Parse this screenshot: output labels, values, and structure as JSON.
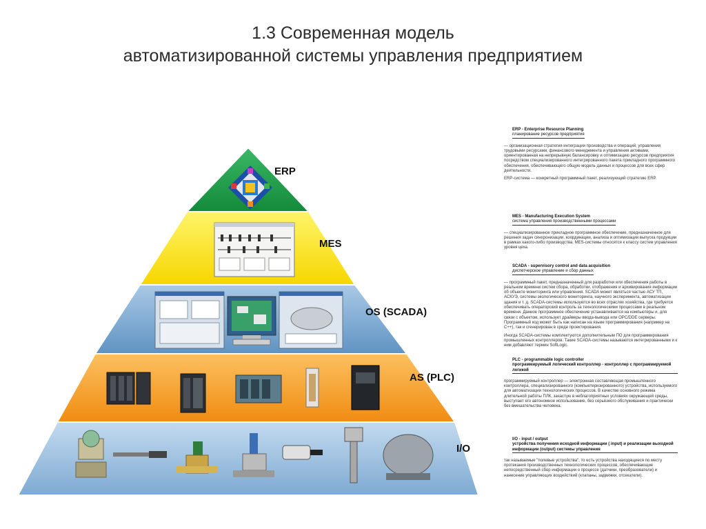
{
  "title": {
    "line1": "1.3  Современная модель",
    "line2": "автоматизированной системы управления предприятием"
  },
  "levels": [
    {
      "label": "ERP",
      "color": "#1e9f47"
    },
    {
      "label": "MES",
      "color": "#ffe31a"
    },
    {
      "label": "OS (SCADA)",
      "color": "#6fa2cc"
    },
    {
      "label": "AS (PLC)",
      "color": "#f7a12b"
    },
    {
      "label": "I/O",
      "color": "#8fb7da"
    }
  ],
  "descriptions": {
    "erp": {
      "heading": "ERP - Enterprise Resource Planning",
      "subheading": "планирование ресурсов предприятия",
      "body1": "— организационная стратегия интеграции производства и операций, управления трудовыми ресурсами, финансового менеджмента и управления активами, ориентированная на непрерывную балансировку и оптимизацию ресурсов предприятия посредством специализированного интегрированного пакета прикладного программного обеспечения, обеспечивающего общую модель данных и процессов для всех сфер деятельности.",
      "body2": "ERP-система — конкретный программный пакет, реализующий стратегию ERP."
    },
    "mes": {
      "heading": "MES - Manufacturing Execution System",
      "subheading": "система управления производственными процессами",
      "body1": "— специализированное прикладное программное обеспечение, предназначенное для решения задач синхронизации, координации, анализа и оптимизации выпуска продукции в рамках какого-либо производства. MES-системы относятся к классу систем управления уровня цеха."
    },
    "scada": {
      "heading": "SCADA - supervisory control and data acquisition",
      "subheading": "диспетчерское управление и сбор данных",
      "body1": "— программный пакет, предназначенный для разработки или обеспечения работы в реальном времени систем сбора, обработки, отображения и архивирования информации об объекте мониторинга или управления. SCADA может являться частью АСУ ТП, АСКУЭ, системы экологического мониторинга, научного эксперимента, автоматизации здания и т. д. SCADA-системы используются во всех отраслях хозяйства, где требуется обеспечивать операторский контроль за технологическими процессами в реальном времени. Данное программное обеспечение устанавливается на компьютеры и, для связи с объектом, использует драйверы ввода-вывода или OPC/DDE серверы. Программный код может быть как написан на языке программирования (например на C++), так и сгенерирован в среде проектирования.",
      "body2": "Иногда SCADA-системы комплектуются дополнительным ПО для программирования промышленных контроллеров. Такие SCADA-системы называются интегрированными и к ним добавляют термин SoftLogic."
    },
    "plc": {
      "heading": "PLC - programmable logic controller",
      "subheading": "программируемый логический контроллер - контроллер с программируемой логикой",
      "body1": "программируемый контроллер — электронная составляющая промышленного контроллера, специализированного (компьютеризированного) устройства, используемого для автоматизации технологических процессов. В качестве основного режима длительной работы ПЛК, зачастую в неблагоприятных условиях окружающей среды, выступает его автономное использование, без серьёзного обслуживания и практически без вмешательства человека."
    },
    "io": {
      "heading": "I/O - input / output",
      "subheading": "устройства получения исходной информации ( input) и реализации выходной информации (output) системы управления",
      "body1": "так называемые \"полевые устройства\", то есть устройства находящиеся по месту протекания производственных технологических процессов, обеспечивающие непосредственный сбор информации о процессе (датчики, преобразователи) и нанесение управляющих воздействий (клапаны, задвижки, отсекатели)."
    }
  }
}
